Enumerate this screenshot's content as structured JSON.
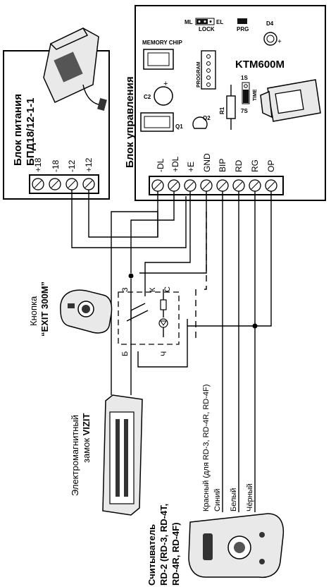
{
  "power_supply": {
    "title": "Блок питания",
    "model": "БПД18/12-1-1",
    "terminals": [
      "+18",
      "-18",
      "-12",
      "+12"
    ]
  },
  "control_unit": {
    "title": "Блок управления",
    "model": "KTM600M",
    "jumper_left": "ML",
    "jumper_right": "EL",
    "jumper_lock": "LOCK",
    "prg": "PRG",
    "d4": "D4",
    "memory_chip": "MEMORY CHIP",
    "program": "PROGRAM",
    "c2": "C2",
    "q1": "Q1",
    "q2": "Q2",
    "r1": "R1",
    "time_1s": "1S",
    "time_label": "TIME",
    "time_7s": "7S",
    "plus_sign": "+",
    "terminals": [
      "-DL",
      "+DL",
      "+E",
      "GND",
      "BIP",
      "RD",
      "RG",
      "OP"
    ]
  },
  "button": {
    "title": "Кнопка",
    "model": "“EXIT 300M”",
    "pins": [
      "З",
      "К",
      "С",
      "Б",
      "Ч"
    ]
  },
  "lock": {
    "line1": "Электромагнитный",
    "line2_prefix": "замок ",
    "line2_bold": "VIZIT"
  },
  "reader": {
    "line1": "Считыватель",
    "line2": "RD-2 (RD-3, RD-4T,",
    "line3": "RD-4R, RD-4F)",
    "wires": [
      "Красный (для RD-3, RD-4R, RD-4F)",
      "Синий",
      "Белый",
      "Чёрный"
    ]
  }
}
